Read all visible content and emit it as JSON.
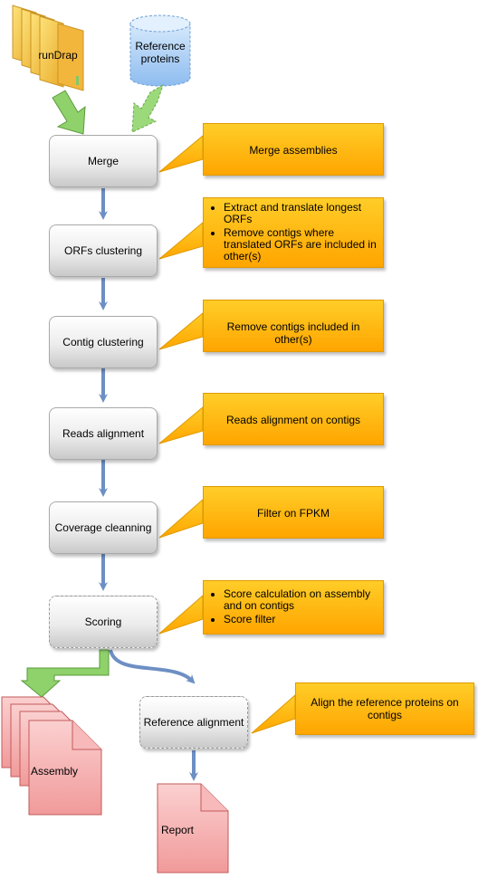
{
  "inputs": {
    "rundrap": "runDrap",
    "reference_proteins": "Reference\nproteins"
  },
  "steps": [
    {
      "label": "Merge",
      "note_text": "Merge assemblies"
    },
    {
      "label": "ORFs clustering",
      "note_items": [
        "Extract and translate longest ORFs",
        "Remove contigs where translated ORFs are included in other(s)"
      ]
    },
    {
      "label": "Contig clustering",
      "note_text": "Remove contigs included in other(s)"
    },
    {
      "label": "Reads alignment",
      "note_text": "Reads alignment on contigs"
    },
    {
      "label": "Coverage cleanning",
      "note_text": "Filter on FPKM"
    },
    {
      "label": "Scoring",
      "note_items": [
        "Score calculation on assembly and on contigs",
        "Score filter"
      ]
    }
  ],
  "reference_alignment": {
    "label": "Reference alignment",
    "note_text": "Align the reference proteins on contigs"
  },
  "outputs": {
    "assembly": "Assembly",
    "report": "Report"
  },
  "colors": {
    "folder": "#f5c242",
    "database": "#9ec8f4",
    "note": "#ffb31a",
    "document": "#f4a6a6",
    "arrow_blue": "#6d8fc4",
    "arrow_green": "#8fd16a"
  }
}
